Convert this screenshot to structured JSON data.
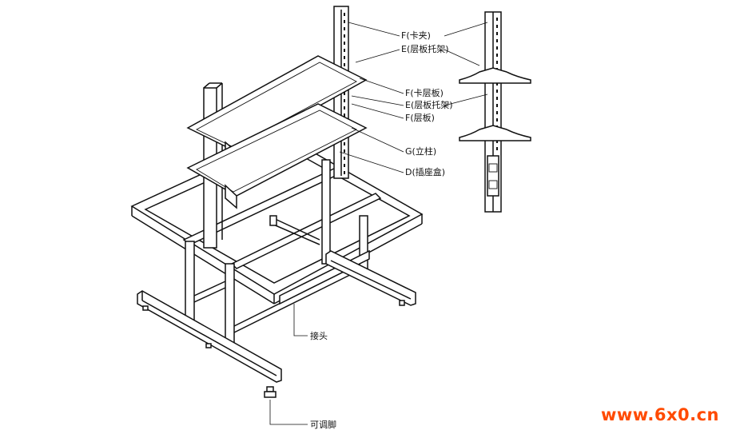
{
  "diagram": {
    "watermark": "www.6x0.cn",
    "callouts": {
      "c1": "F(卡夹)",
      "c2": "E(层板托架)",
      "c3": "F(卡层板)",
      "c4": "E(层板托架)",
      "c5": "F(层板)",
      "c6": "G(立柱)",
      "c7": "D(插座盒)",
      "c8": "接头",
      "c9": "可调脚"
    }
  }
}
